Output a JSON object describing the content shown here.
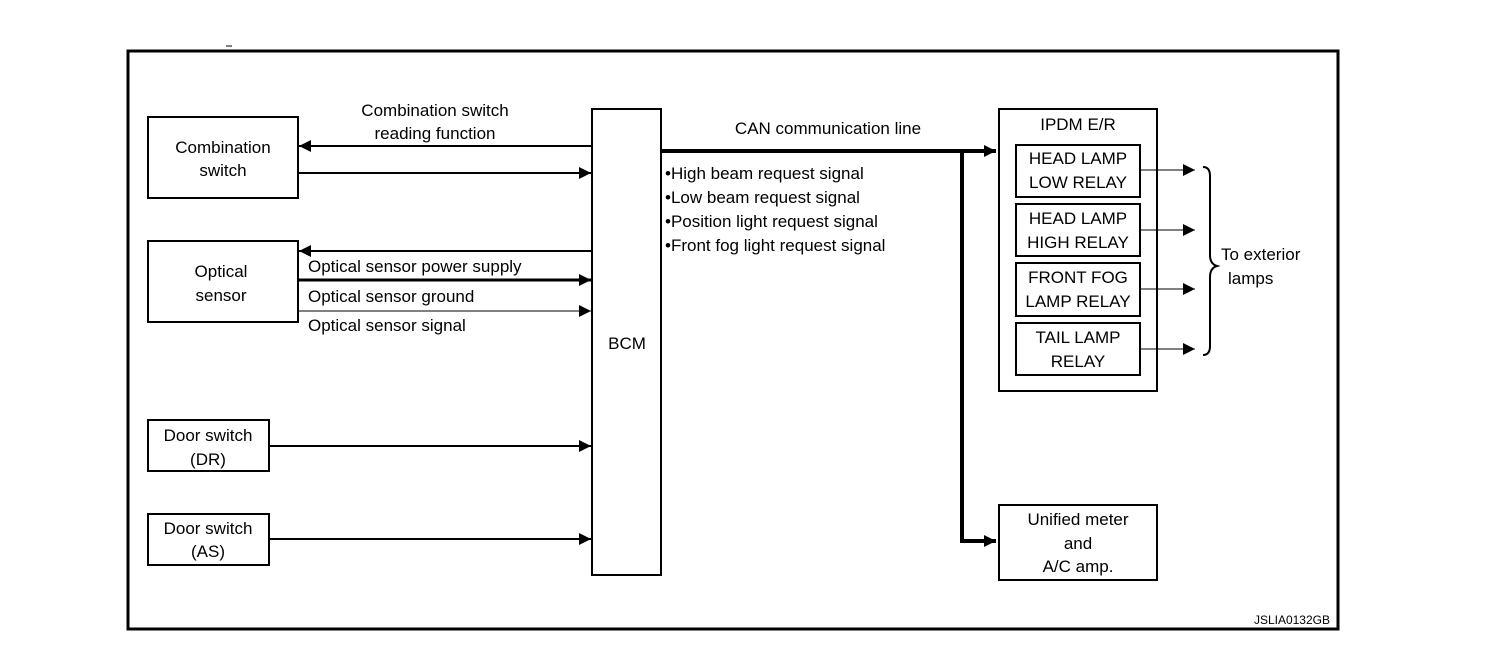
{
  "boxes": {
    "combination_switch": [
      "Combination",
      "switch"
    ],
    "optical_sensor": [
      "Optical",
      "sensor"
    ],
    "door_switch_dr": [
      "Door switch",
      "(DR)"
    ],
    "door_switch_as": [
      "Door switch",
      "(AS)"
    ],
    "bcm": "BCM",
    "ipdm": "IPDM E/R",
    "relay_head_low": [
      "HEAD LAMP",
      "LOW RELAY"
    ],
    "relay_head_high": [
      "HEAD LAMP",
      "HIGH RELAY"
    ],
    "relay_front_fog": [
      "FRONT FOG",
      "LAMP RELAY"
    ],
    "relay_tail": [
      "TAIL LAMP",
      "RELAY"
    ],
    "unified_meter": [
      "Unified meter",
      "and",
      "A/C amp."
    ]
  },
  "labels": {
    "combination_reading": [
      "Combination switch",
      "reading function"
    ],
    "optical_power": "Optical sensor power supply",
    "optical_ground": "Optical sensor ground",
    "optical_signal": "Optical sensor signal",
    "can_line": "CAN communication line",
    "can_signals": [
      "•High beam request signal",
      "•Low beam request signal",
      "•Position light request signal",
      "•Front fog light request signal"
    ],
    "to_exterior": [
      "To exterior",
      "lamps"
    ],
    "figure_code": "JSLIA0132GB"
  }
}
